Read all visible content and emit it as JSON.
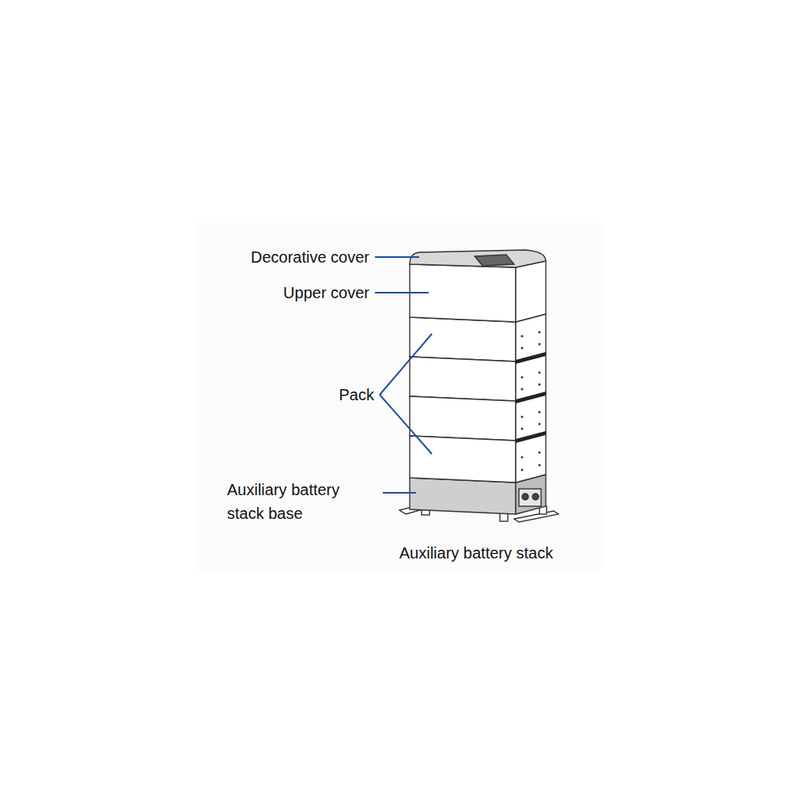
{
  "diagram": {
    "labels": [
      "Decorative cover",
      "Upper cover",
      "Pack",
      "Auxiliary battery stack base",
      "Auxiliary battery stack"
    ]
  }
}
